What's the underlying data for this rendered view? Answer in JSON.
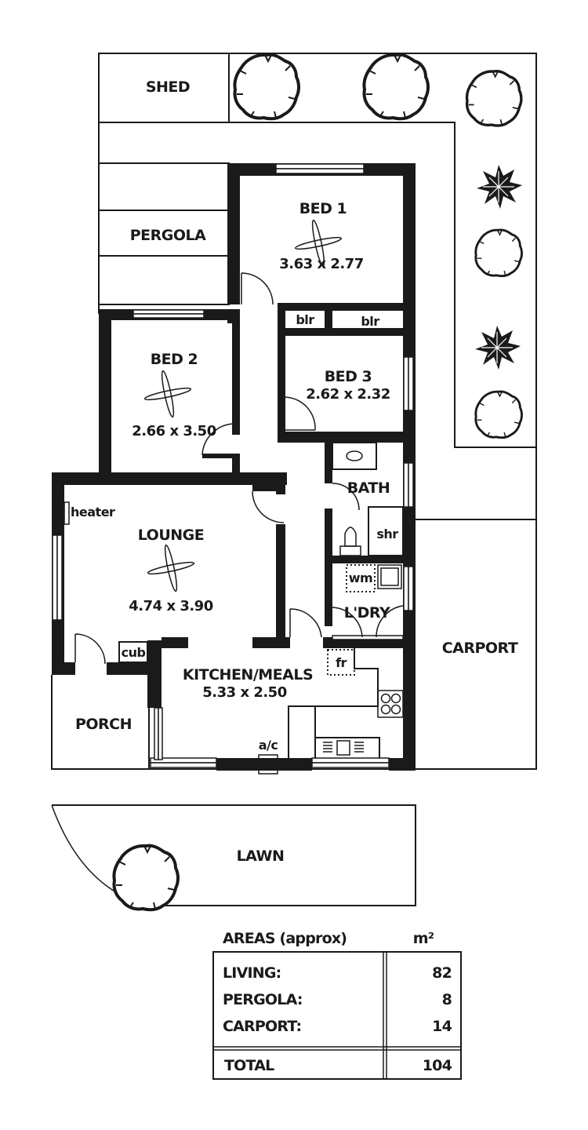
{
  "rooms": {
    "shed": {
      "label": "SHED"
    },
    "pergola": {
      "label": "PERGOLA"
    },
    "bed1": {
      "label": "BED 1",
      "dims": "3.63 x 2.77"
    },
    "bed2": {
      "label": "BED 2",
      "dims": "2.66 x 3.50"
    },
    "bed3": {
      "label": "BED 3",
      "dims": "2.62 x 2.32"
    },
    "blr1": {
      "label": "blr"
    },
    "blr2": {
      "label": "blr"
    },
    "bath": {
      "label": "BATH"
    },
    "shr": {
      "label": "shr"
    },
    "wm": {
      "label": "wm"
    },
    "ldry": {
      "label": "L'DRY"
    },
    "lounge": {
      "label": "LOUNGE",
      "dims": "4.74 x 3.90"
    },
    "heater": {
      "label": "heater"
    },
    "cub": {
      "label": "cub"
    },
    "kitchen": {
      "label": "KITCHEN/MEALS",
      "dims": "5.33 x 2.50"
    },
    "fr": {
      "label": "fr"
    },
    "ac": {
      "label": "a/c"
    },
    "porch": {
      "label": "PORCH"
    },
    "carport": {
      "label": "CARPORT"
    },
    "lawn": {
      "label": "LAWN"
    }
  },
  "areas": {
    "title": "AREAS (approx)",
    "unit": "m²",
    "rows": [
      {
        "label": "LIVING:",
        "value": "82"
      },
      {
        "label": "PERGOLA:",
        "value": "8"
      },
      {
        "label": "CARPORT:",
        "value": "14"
      }
    ],
    "total": {
      "label": "TOTAL",
      "value": "104"
    }
  },
  "icons": {
    "tree": "tree-icon",
    "shrub": "shrub-icon",
    "ceiling_fan": "ceiling-fan-icon"
  },
  "colors": {
    "ink": "#1a1a1a",
    "paper": "#ffffff"
  }
}
